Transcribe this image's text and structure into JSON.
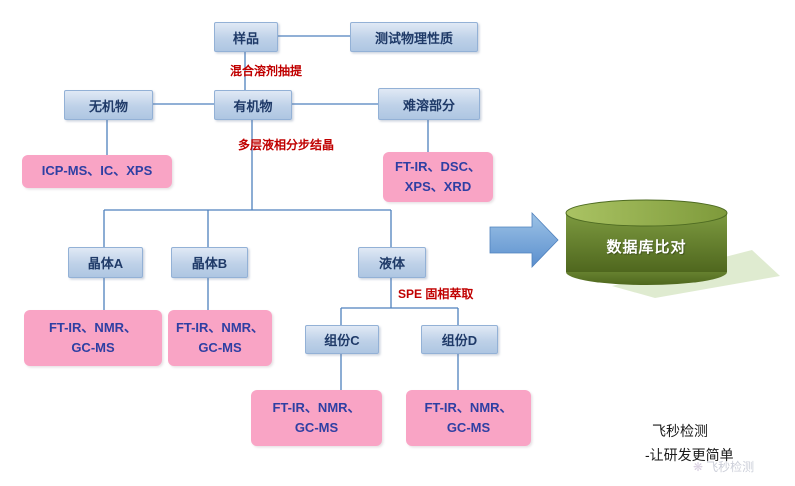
{
  "nodes": {
    "sample": "样品",
    "test_physical": "测试物理性质",
    "inorganic": "无机物",
    "organic": "有机物",
    "insoluble": "难溶部分",
    "crystal_a": "晶体A",
    "crystal_b": "晶体B",
    "liquid": "液体",
    "component_c": "组份C",
    "component_d": "组份D"
  },
  "methods": {
    "inorganic": "ICP-MS、IC、XPS",
    "insoluble": "FT-IR、DSC、\nXPS、XRD",
    "crystal_a": "FT-IR、NMR、\nGC-MS",
    "crystal_b": "FT-IR、NMR、\nGC-MS",
    "component_c": "FT-IR、NMR、\nGC-MS",
    "component_d": "FT-IR、NMR、\nGC-MS"
  },
  "process_labels": {
    "mixed_solvent_extraction": "混合溶剂抽提",
    "multilayer_crystallization": "多层液相分步结晶",
    "spe_extraction": "SPE 固相萃取"
  },
  "database": {
    "label": "数据库比对"
  },
  "footer": {
    "brand": "飞秒检测",
    "slogan": "-让研发更简单"
  },
  "watermark": {
    "icon": "❋",
    "text": "飞秒检测"
  },
  "colors": {
    "node_fill": "#b8cce4",
    "node_text": "#1f3a68",
    "method_fill": "#f9a4c5",
    "method_text": "#2e3fa3",
    "label_red": "#c00000",
    "line": "#4f81bd",
    "arrow": "#6fa0d8",
    "cylinder_body": "#5d7a28",
    "cylinder_top": "#93ad4b",
    "shadow_green": "#d9e7c8"
  }
}
